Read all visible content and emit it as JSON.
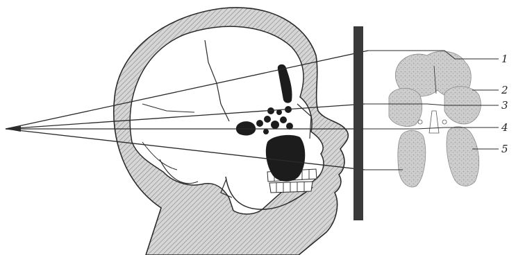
{
  "diagram": {
    "callouts": [
      {
        "label": "1"
      },
      {
        "label": "2"
      },
      {
        "label": "3"
      },
      {
        "label": "4"
      },
      {
        "label": "5"
      }
    ],
    "colors": {
      "ink": "#2a2a2a",
      "hatch": "#9a9a9a",
      "sinus_fill": "#1c1c1c",
      "xray_fill": "#cfcfcf",
      "plate": "#3a3a3a"
    }
  }
}
